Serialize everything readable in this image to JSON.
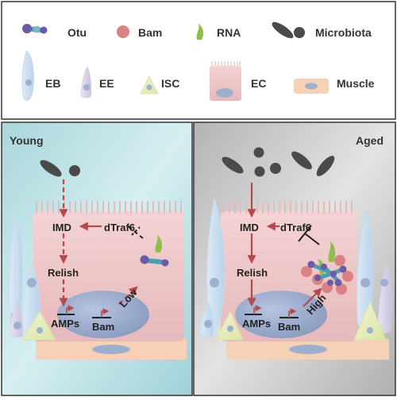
{
  "legend": {
    "otu": "Otu",
    "bam": "Bam",
    "rna": "RNA",
    "microbiota": "Microbiota",
    "eb": "EB",
    "ee": "EE",
    "isc": "ISC",
    "ec": "EC",
    "muscle": "Muscle"
  },
  "young": {
    "title": "Young",
    "imd": "IMD",
    "dtraf6": "dTraf6",
    "relish": "Relish",
    "amps": "AMPs",
    "bam": "Bam",
    "level": "Low"
  },
  "aged": {
    "title": "Aged",
    "imd": "IMD",
    "dtraf6": "dTraf6",
    "relish": "Relish",
    "amps": "AMPs",
    "bam": "Bam",
    "level": "High"
  },
  "colors": {
    "young_bg": "#bfe3e6",
    "aged_bg": "#c9c9c9",
    "ec_fill": "#ecc5c7",
    "nucleus": "#9fb0cf",
    "arrow": "#b5494c",
    "bam": "#d98183",
    "otu_purple": "#6a5aa8",
    "otu_teal": "#4b9db1",
    "rna": "#8fbf4a",
    "microbiota": "#4a4a4a",
    "muscle": "#f6d1b6"
  }
}
